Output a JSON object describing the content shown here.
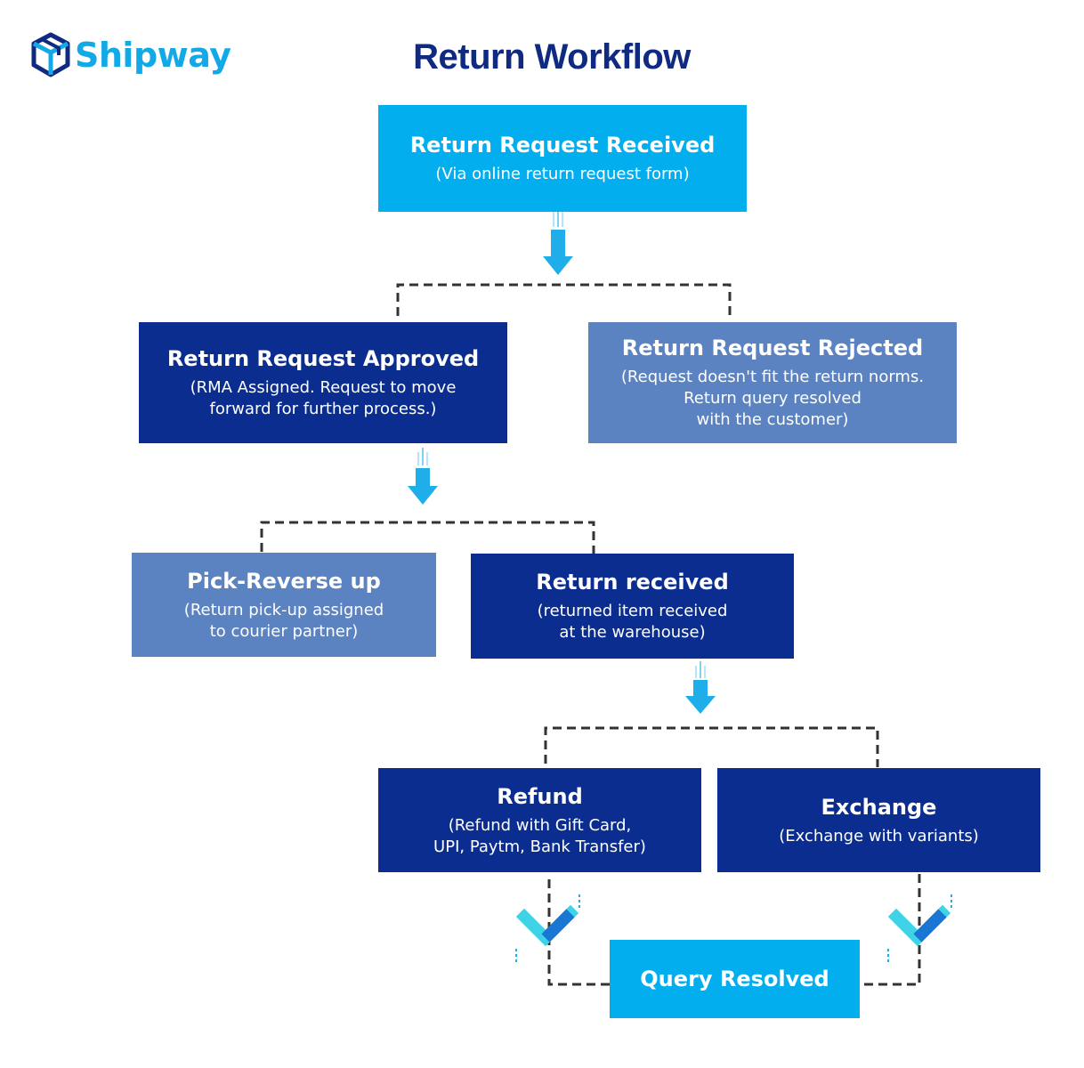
{
  "brand": {
    "name": "Shipway"
  },
  "diagram": {
    "title": "Return Workflow",
    "nodes": {
      "request_received": {
        "title": "Return Request Received",
        "subtitle": "(Via online return request form)"
      },
      "approved": {
        "title": "Return Request Approved",
        "subtitle": "(RMA Assigned. Request to move\nforward for further process.)"
      },
      "rejected": {
        "title": "Return Request Rejected",
        "subtitle": "(Request doesn't fit the return norms.\nReturn query resolved\nwith the customer)"
      },
      "pickup": {
        "title": "Pick-Reverse up",
        "subtitle": "(Return pick-up assigned\nto courier partner)"
      },
      "return_received": {
        "title": "Return received",
        "subtitle": "(returned item received\nat the warehouse)"
      },
      "refund": {
        "title": "Refund",
        "subtitle": "(Refund with Gift Card,\nUPI, Paytm, Bank Transfer)"
      },
      "exchange": {
        "title": "Exchange",
        "subtitle": "(Exchange with variants)"
      },
      "resolved": {
        "title": "Query Resolved"
      }
    },
    "colors": {
      "light_blue": "#03aeef",
      "dark_blue": "#0a2d8f",
      "muted_blue": "#5b82c1",
      "title_navy": "#0f2a80",
      "connector": "#333333"
    }
  }
}
